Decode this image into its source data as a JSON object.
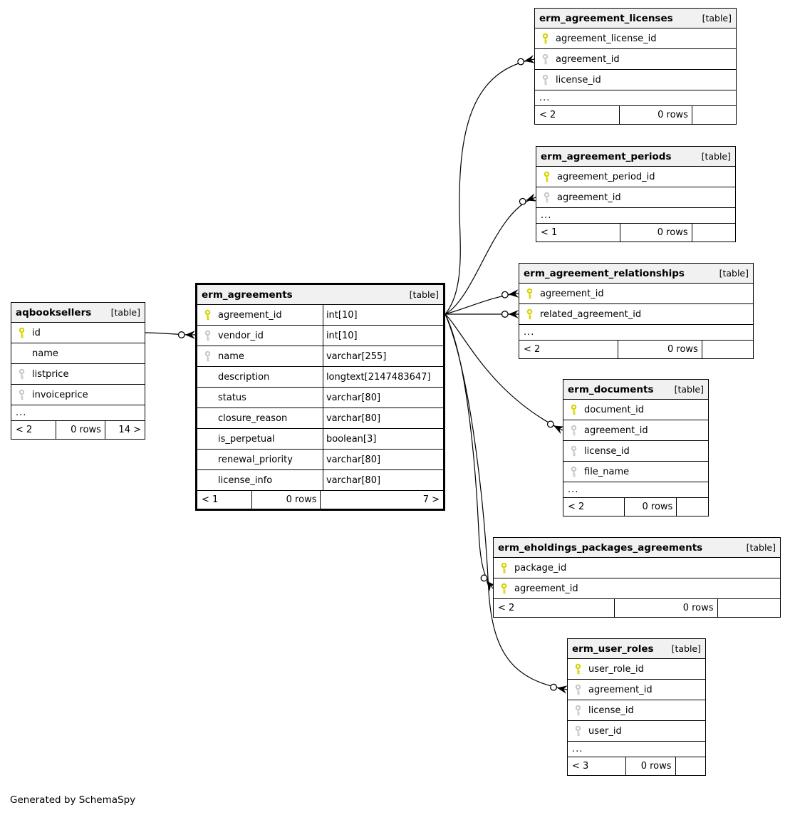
{
  "diagram": {
    "generated_note": "Generated by SchemaSpy"
  },
  "colors": {
    "primary_key": "#d6d400",
    "foreign_key": "#c9c9c9",
    "header_bg": "#f1f1f1",
    "border": "#000000",
    "background": "#ffffff"
  },
  "tables": [
    {
      "id": "aqbooksellers",
      "name": "aqbooksellers",
      "tag": "[table]",
      "columns": [
        {
          "name": "id",
          "key": "primary"
        },
        {
          "name": "name",
          "key": null
        },
        {
          "name": "listprice",
          "key": "foreign"
        },
        {
          "name": "invoiceprice",
          "key": "foreign"
        },
        {
          "name": "...",
          "ellipsis": true
        }
      ],
      "footer": {
        "left": "< 2",
        "center": "0 rows",
        "right": "14 >"
      }
    },
    {
      "id": "erm_agreements",
      "name": "erm_agreements",
      "tag": "[table]",
      "columns": [
        {
          "name": "agreement_id",
          "key": "primary",
          "type": "int[10]"
        },
        {
          "name": "vendor_id",
          "key": "foreign",
          "type": "int[10]"
        },
        {
          "name": "name",
          "key": "foreign",
          "type": "varchar[255]"
        },
        {
          "name": "description",
          "key": null,
          "type": "longtext[2147483647]"
        },
        {
          "name": "status",
          "key": null,
          "type": "varchar[80]"
        },
        {
          "name": "closure_reason",
          "key": null,
          "type": "varchar[80]"
        },
        {
          "name": "is_perpetual",
          "key": null,
          "type": "boolean[3]"
        },
        {
          "name": "renewal_priority",
          "key": null,
          "type": "varchar[80]"
        },
        {
          "name": "license_info",
          "key": null,
          "type": "varchar[80]"
        }
      ],
      "footer": {
        "left": "< 1",
        "center": "0 rows",
        "right": "7 >"
      }
    },
    {
      "id": "erm_agreement_licenses",
      "name": "erm_agreement_licenses",
      "tag": "[table]",
      "columns": [
        {
          "name": "agreement_license_id",
          "key": "primary"
        },
        {
          "name": "agreement_id",
          "key": "foreign"
        },
        {
          "name": "license_id",
          "key": "foreign"
        },
        {
          "name": "...",
          "ellipsis": true
        }
      ],
      "footer": {
        "left": "< 2",
        "center": "0 rows",
        "right": ""
      }
    },
    {
      "id": "erm_agreement_periods",
      "name": "erm_agreement_periods",
      "tag": "[table]",
      "columns": [
        {
          "name": "agreement_period_id",
          "key": "primary"
        },
        {
          "name": "agreement_id",
          "key": "foreign"
        },
        {
          "name": "...",
          "ellipsis": true
        }
      ],
      "footer": {
        "left": "< 1",
        "center": "0 rows",
        "right": ""
      }
    },
    {
      "id": "erm_agreement_relationships",
      "name": "erm_agreement_relationships",
      "tag": "[table]",
      "columns": [
        {
          "name": "agreement_id",
          "key": "primary"
        },
        {
          "name": "related_agreement_id",
          "key": "primary"
        },
        {
          "name": "...",
          "ellipsis": true
        }
      ],
      "footer": {
        "left": "< 2",
        "center": "0 rows",
        "right": ""
      }
    },
    {
      "id": "erm_documents",
      "name": "erm_documents",
      "tag": "[table]",
      "columns": [
        {
          "name": "document_id",
          "key": "primary"
        },
        {
          "name": "agreement_id",
          "key": "foreign"
        },
        {
          "name": "license_id",
          "key": "foreign"
        },
        {
          "name": "file_name",
          "key": "foreign"
        },
        {
          "name": "...",
          "ellipsis": true
        }
      ],
      "footer": {
        "left": "< 2",
        "center": "0 rows",
        "right": ""
      }
    },
    {
      "id": "erm_eholdings_packages_agreements",
      "name": "erm_eholdings_packages_agreements",
      "tag": "[table]",
      "columns": [
        {
          "name": "package_id",
          "key": "primary"
        },
        {
          "name": "agreement_id",
          "key": "primary"
        }
      ],
      "footer": {
        "left": "< 2",
        "center": "0 rows",
        "right": ""
      }
    },
    {
      "id": "erm_user_roles",
      "name": "erm_user_roles",
      "tag": "[table]",
      "columns": [
        {
          "name": "user_role_id",
          "key": "primary"
        },
        {
          "name": "agreement_id",
          "key": "foreign"
        },
        {
          "name": "license_id",
          "key": "foreign"
        },
        {
          "name": "user_id",
          "key": "foreign"
        },
        {
          "name": "...",
          "ellipsis": true
        }
      ],
      "footer": {
        "left": "< 3",
        "center": "0 rows",
        "right": ""
      }
    }
  ],
  "relationships": [
    {
      "parent_table": "aqbooksellers",
      "parent_column": "id",
      "child_table": "erm_agreements",
      "child_column": "vendor_id"
    },
    {
      "parent_table": "erm_agreements",
      "parent_column": "agreement_id",
      "child_table": "erm_agreement_licenses",
      "child_column": "agreement_id"
    },
    {
      "parent_table": "erm_agreements",
      "parent_column": "agreement_id",
      "child_table": "erm_agreement_periods",
      "child_column": "agreement_id"
    },
    {
      "parent_table": "erm_agreements",
      "parent_column": "agreement_id",
      "child_table": "erm_agreement_relationships",
      "child_column": "agreement_id"
    },
    {
      "parent_table": "erm_agreements",
      "parent_column": "agreement_id",
      "child_table": "erm_agreement_relationships",
      "child_column": "related_agreement_id"
    },
    {
      "parent_table": "erm_agreements",
      "parent_column": "agreement_id",
      "child_table": "erm_documents",
      "child_column": "agreement_id"
    },
    {
      "parent_table": "erm_agreements",
      "parent_column": "agreement_id",
      "child_table": "erm_eholdings_packages_agreements",
      "child_column": "agreement_id"
    },
    {
      "parent_table": "erm_agreements",
      "parent_column": "agreement_id",
      "child_table": "erm_user_roles",
      "child_column": "agreement_id"
    }
  ]
}
